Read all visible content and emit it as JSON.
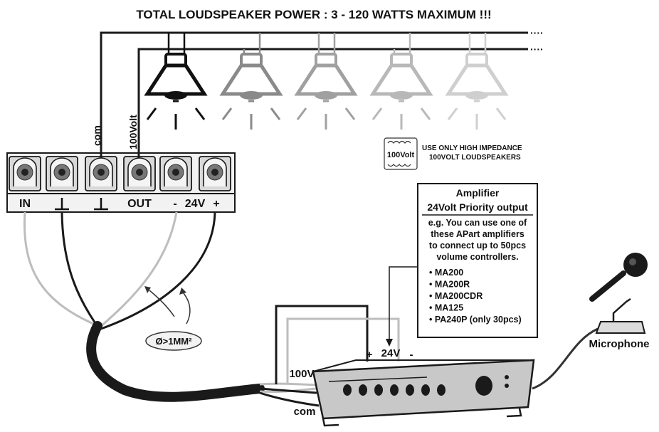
{
  "title": "TOTAL LOUDSPEAKER POWER : 3 - 120 WATTS MAXIMUM !!!",
  "terminal_labels": [
    "IN",
    "⊥",
    "⊥",
    "OUT",
    "-",
    "24V",
    "+"
  ],
  "wire_labels": {
    "com_top": "com",
    "volt100_top": "100Volt",
    "volt100_amp": "100V",
    "com_amp": "com",
    "amp_plus": "+",
    "amp_24v": "24V",
    "amp_minus": "-"
  },
  "note": {
    "badge": "100Volt",
    "line1": "USE ONLY HIGH IMPEDANCE",
    "line2": "100VOLT LOUDSPEAKERS"
  },
  "wire_spec": "Ø>1MM²",
  "amplifier_box": {
    "title1": "Amplifier",
    "title2": "24Volt Priority output",
    "desc": [
      "e.g. You can use one of",
      "these APart amplifiers",
      "to connect up to 50pcs",
      "volume controllers."
    ],
    "models": [
      "• MA200",
      "• MA200R",
      "• MA200CDR",
      "• MA125",
      "• PA240P (only 30pcs)"
    ]
  },
  "microphone_label": "Microphone",
  "colors": {
    "wire_black": "#1a1a1a",
    "wire_grey": "#bdbdbd",
    "terminal_fill": "#d9d9d9",
    "amp_fill": "#c8c8c8"
  },
  "speaker_shades": [
    "#111111",
    "#8a8a8a",
    "#a0a0a0",
    "#b8b8b8",
    "#cfcfcf"
  ]
}
